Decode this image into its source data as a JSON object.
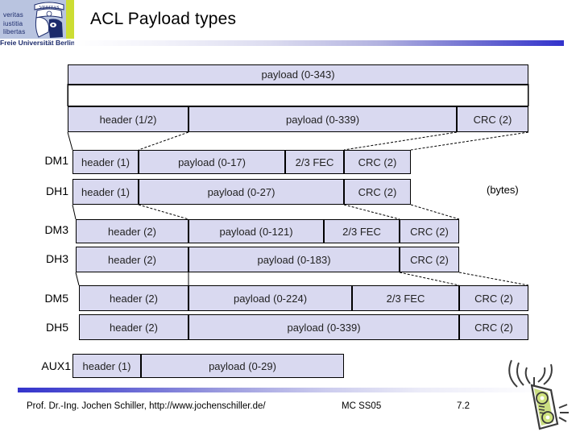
{
  "logo": {
    "motto_lines": [
      "veritas",
      "iustitia",
      "libertas"
    ],
    "university": "Freie Universität Berlin",
    "seal_icon": "university-seal-icon",
    "accent_color": "#ccdd33",
    "bg_color": "#b9c4e0"
  },
  "header": {
    "title": "ACL Payload types",
    "rule_color": "#3333cc"
  },
  "diagram": {
    "cell_fill": "#d9d9f0",
    "units_label": "(bytes)",
    "top_bar": {
      "label": "payload (0-343)"
    },
    "second_row": [
      {
        "label": "header (1/2)"
      },
      {
        "label": "payload (0-339)"
      },
      {
        "label": "CRC (2)"
      }
    ],
    "rows": [
      {
        "name": "DM1",
        "cells": [
          {
            "label": "header (1)"
          },
          {
            "label": "payload (0-17)"
          },
          {
            "label": "2/3 FEC"
          },
          {
            "label": "CRC (2)"
          }
        ]
      },
      {
        "name": "DH1",
        "cells": [
          {
            "label": "header (1)"
          },
          {
            "label": "payload (0-27)"
          },
          {
            "label": "CRC (2)"
          }
        ]
      },
      {
        "name": "DM3",
        "cells": [
          {
            "label": "header (2)"
          },
          {
            "label": "payload (0-121)"
          },
          {
            "label": "2/3 FEC"
          },
          {
            "label": "CRC (2)"
          }
        ]
      },
      {
        "name": "DH3",
        "cells": [
          {
            "label": "header (2)"
          },
          {
            "label": "payload (0-183)"
          },
          {
            "label": "CRC (2)"
          }
        ]
      },
      {
        "name": "DM5",
        "cells": [
          {
            "label": "header (2)"
          },
          {
            "label": "payload (0-224)"
          },
          {
            "label": "2/3 FEC"
          },
          {
            "label": "CRC (2)"
          }
        ]
      },
      {
        "name": "DH5",
        "cells": [
          {
            "label": "header (2)"
          },
          {
            "label": "payload (0-339)"
          },
          {
            "label": "CRC (2)"
          }
        ]
      },
      {
        "name": "AUX1",
        "cells": [
          {
            "label": "header (1)"
          },
          {
            "label": "payload (0-29)"
          }
        ]
      }
    ]
  },
  "footer": {
    "author": "Prof. Dr.-Ing. Jochen Schiller, http://www.jochenschiller.de/",
    "course": "MC SS05",
    "page": "7.2",
    "phone_icon": "cordless-phone-icon"
  }
}
